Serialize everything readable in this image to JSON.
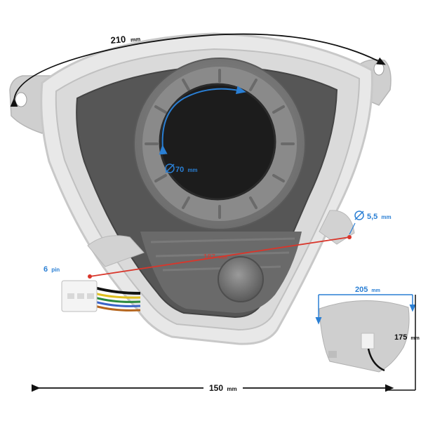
{
  "dimensions": {
    "top_width": {
      "value": "210",
      "unit": "mm"
    },
    "display_diameter": {
      "value": "70",
      "unit": "mm"
    },
    "mount_hole": {
      "value": "5,5",
      "unit": "mm"
    },
    "connector": {
      "value": "6",
      "unit": "pin"
    },
    "bottom_width": {
      "value": "150",
      "unit": "mm"
    },
    "inset_width": {
      "value": "205",
      "unit": "mm"
    },
    "inset_height": {
      "value": "175",
      "unit": "mm"
    },
    "diagonal": {
      "value": "187",
      "unit": "mm"
    }
  },
  "colors": {
    "black_dim": "#111111",
    "blue_dim": "#2a7fd4",
    "red_dim": "#d9362b"
  }
}
